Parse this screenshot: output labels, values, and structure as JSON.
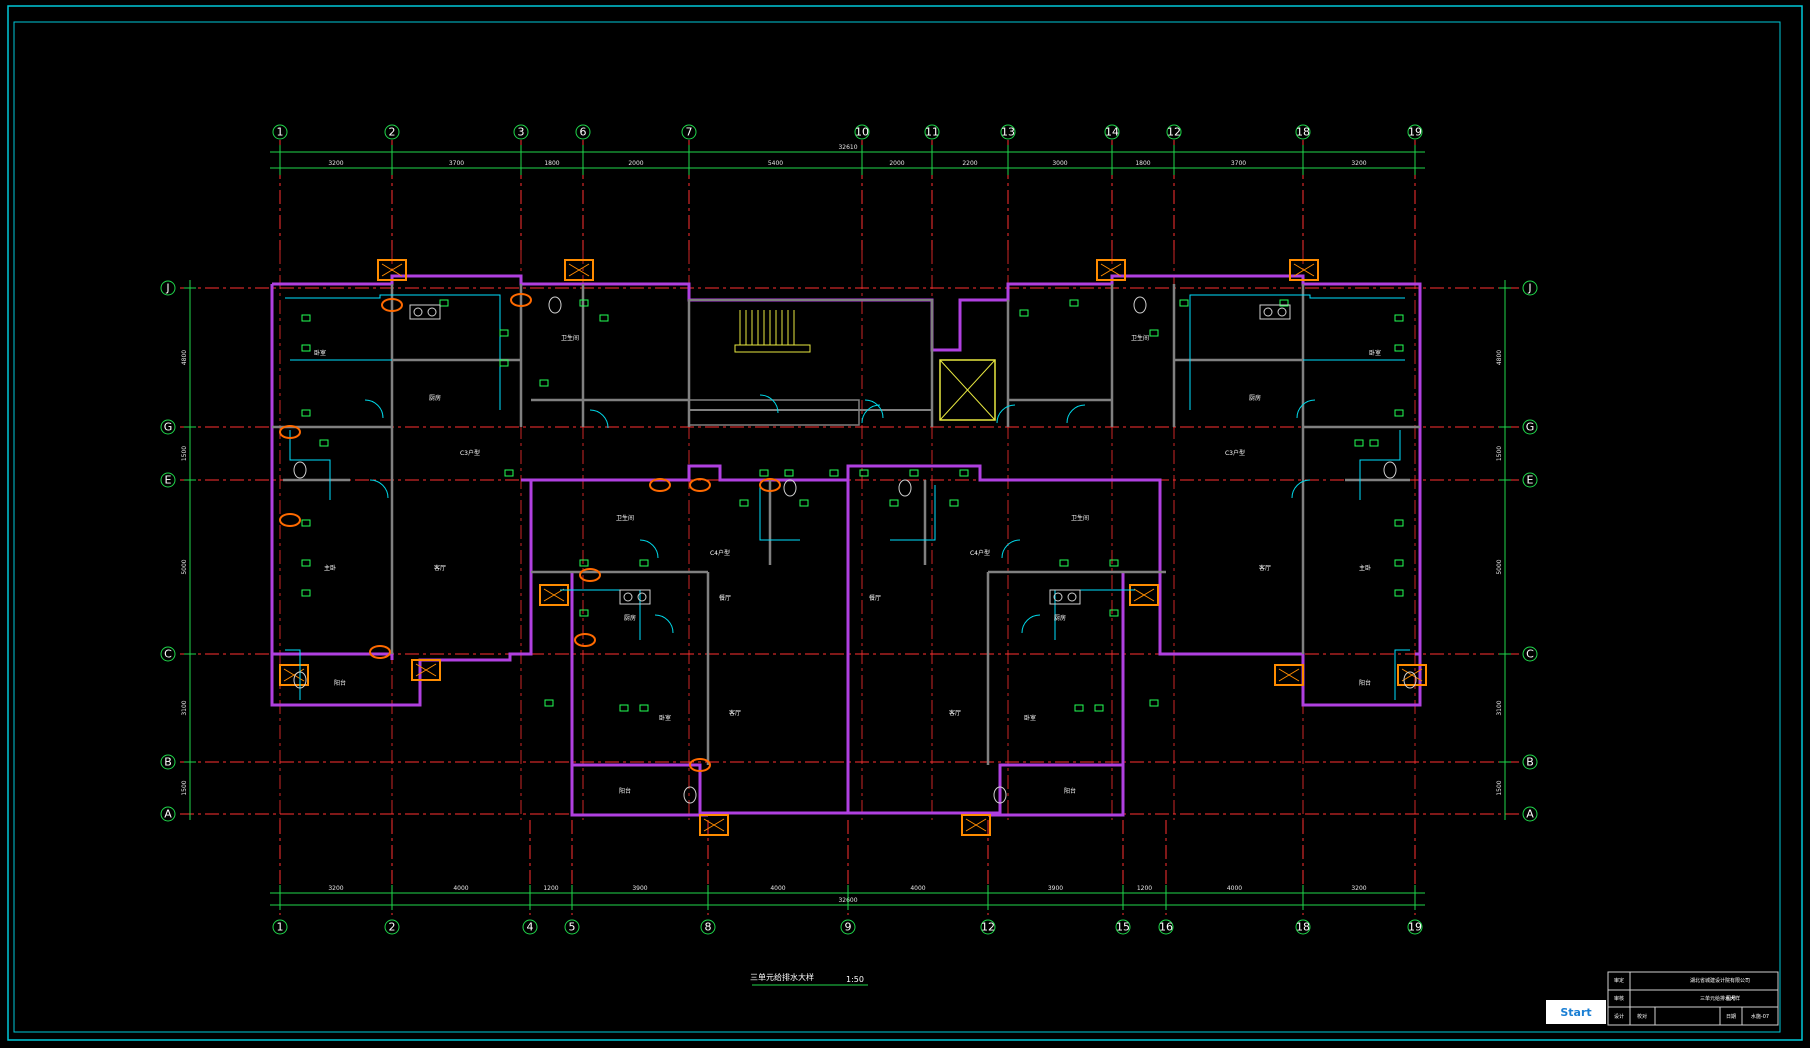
{
  "drawing": {
    "title": "三单元给排水大样",
    "scale": "1:50"
  },
  "colors": {
    "background": "#000000",
    "frame": "#00c8d8",
    "axis": "#ff3030",
    "wall": "#b040e0",
    "wall_inner": "#808080",
    "dim": "#1fd64a",
    "pipe": "#00e0ff",
    "fixture": "#22ff55",
    "highlight": "#ff6a00",
    "door": "#00d8e8"
  },
  "axes": {
    "top_columns": [
      "1",
      "2",
      "3",
      "6",
      "7",
      "10",
      "11",
      "13",
      "14",
      "12",
      "18",
      "19"
    ],
    "bottom_columns": [
      "1",
      "2",
      "4",
      "5",
      "8",
      "9",
      "12",
      "15",
      "16",
      "18",
      "19"
    ],
    "rows": [
      "J",
      "G",
      "E",
      "C",
      "B",
      "A"
    ]
  },
  "dimensions": {
    "top_segments": [
      "3200",
      "3700",
      "1800",
      "2000",
      "5400",
      "2000",
      "2200",
      "3000",
      "1800",
      "3700",
      "3200"
    ],
    "top_total": "32610",
    "bottom_segments": [
      "3200",
      "4000",
      "1200",
      "3900",
      "4000",
      "4000",
      "3900",
      "1200",
      "4000",
      "3200"
    ],
    "bottom_total": "32600",
    "side_segments": [
      "4800",
      "1500",
      "5000",
      "3100",
      "1500"
    ]
  },
  "rooms": {
    "unit_left": "C3户型",
    "unit_right": "C3户型",
    "unit_center_left": "C4户型",
    "unit_center_right": "C4户型",
    "kitchen": "厨房",
    "bedroom": "卧室",
    "master": "主卧",
    "living": "客厅",
    "dining": "餐厅",
    "balcony": "阳台",
    "bath": "卫生间"
  },
  "title_block": {
    "company": "湖北省城建设计院有限公司",
    "sheet_title": "三单元给排水大样",
    "sheet_no": "水施-07",
    "logo": "Start",
    "labels": [
      "审定",
      "审核",
      "设计",
      "校对",
      "日期",
      "图号"
    ]
  }
}
